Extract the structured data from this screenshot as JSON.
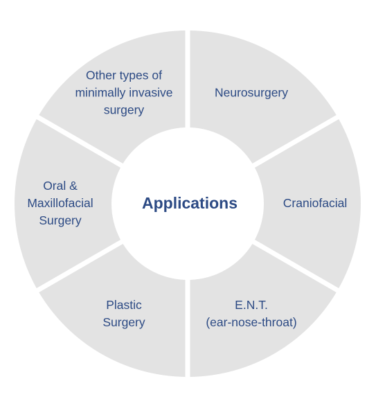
{
  "center": {
    "label": "Applications"
  },
  "segments": [
    {
      "id": "neurosurgery",
      "lines": [
        "Neurosurgery"
      ]
    },
    {
      "id": "craniofacial",
      "lines": [
        "Craniofacial"
      ]
    },
    {
      "id": "ent",
      "lines": [
        "E.N.T.",
        "(ear-nose-throat)"
      ]
    },
    {
      "id": "plastic-surgery",
      "lines": [
        "Plastic",
        "Surgery"
      ]
    },
    {
      "id": "oral-maxillofacial-surgery",
      "lines": [
        "Oral &",
        "Maxillofacial",
        "Surgery"
      ]
    },
    {
      "id": "minimally-invasive-surgery",
      "lines": [
        "Other types of",
        "minimally invasive",
        "surgery"
      ]
    }
  ],
  "colors": {
    "segment_fill": "#e3e3e3",
    "text": "#2c4a84",
    "background": "#ffffff",
    "center_fill": "#ffffff"
  }
}
